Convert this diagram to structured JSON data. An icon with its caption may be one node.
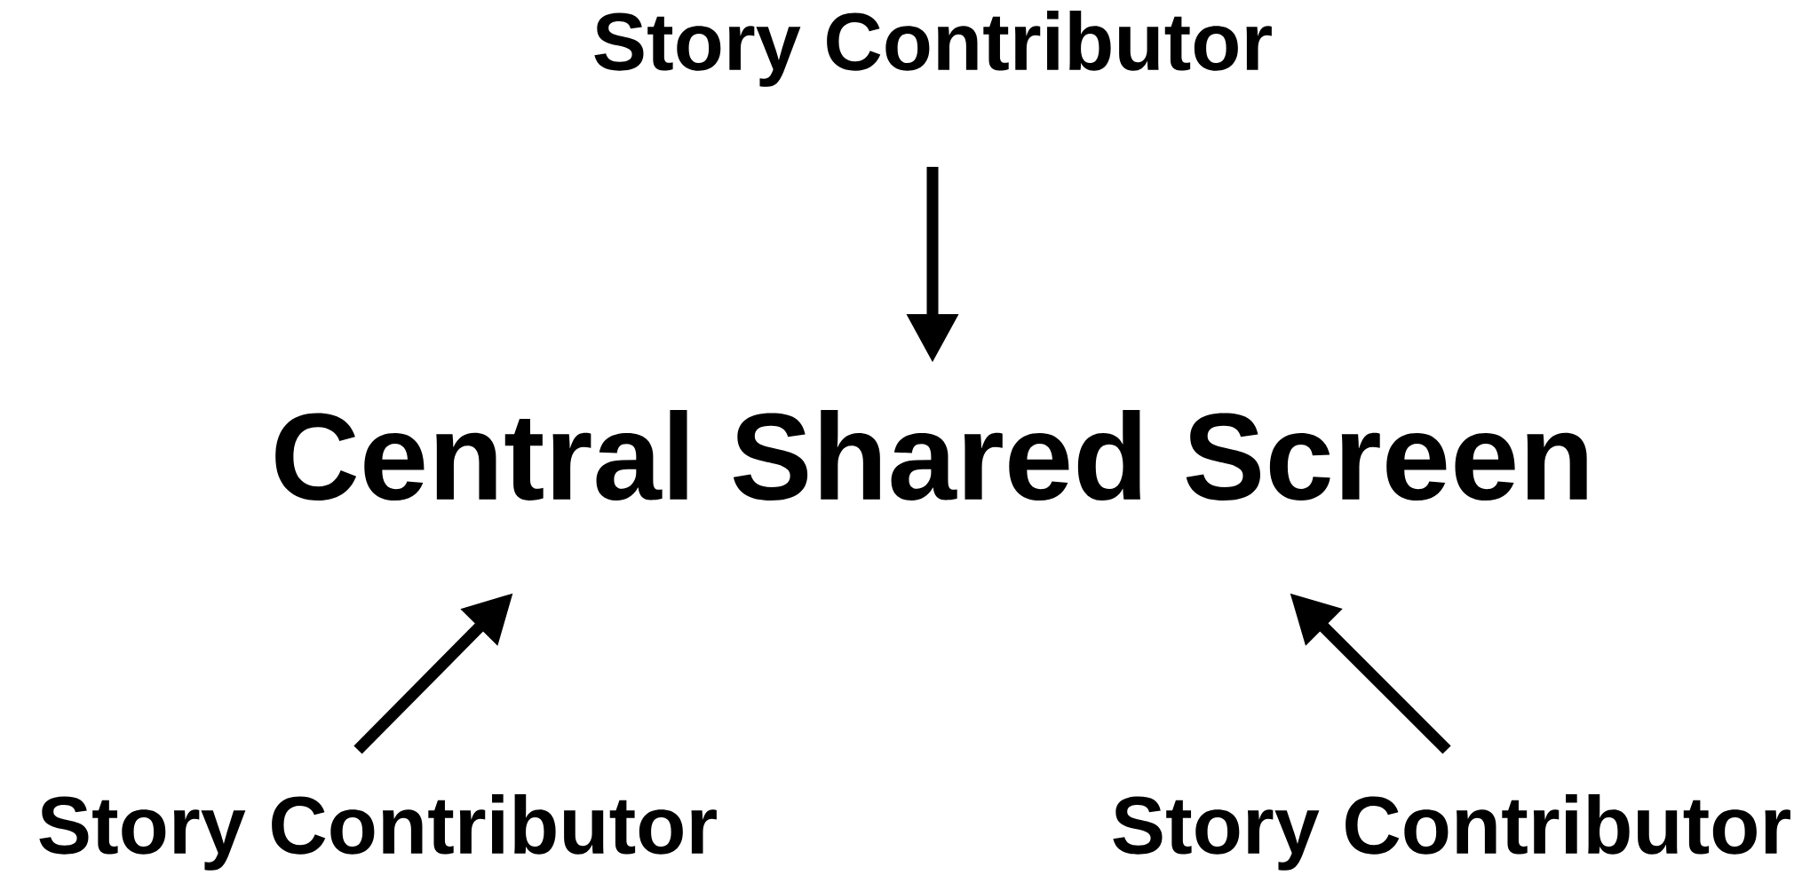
{
  "diagram": {
    "nodes": [
      {
        "text": [
          "Story Contributor"
        ]
      },
      {
        "text": [
          "Central Shared Screen"
        ]
      },
      {
        "text": [
          "Story Contributor"
        ]
      },
      {
        "text": [
          "Story Contributor"
        ]
      }
    ],
    "edges": [
      {
        "from": 0,
        "to": 1,
        "arrow": "to"
      },
      {
        "from": 2,
        "to": 1,
        "arrow": "to"
      },
      {
        "from": 3,
        "to": 1,
        "arrow": "to"
      }
    ]
  }
}
